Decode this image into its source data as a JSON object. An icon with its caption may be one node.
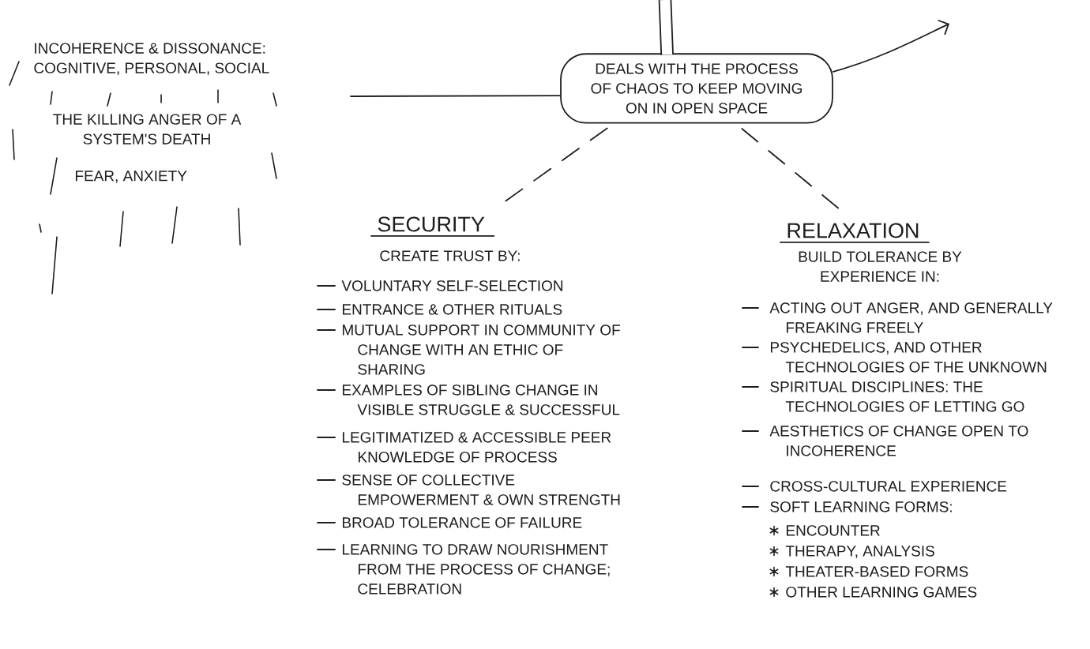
{
  "diagram": {
    "nodes": [
      {
        "text": [
          "DEALS WITH THE PROCESS OF CHAOS TO KEEP MOVING ON IN OPEN SPACE"
        ]
      },
      {
        "text": [
          "SECURITY",
          "CREATE TRUST BY:",
          "VOLUNTARY SELF-SELECTION",
          "ENTRANCE & OTHER RITUALS",
          "MUTUAL SUPPORT IN COMMUNITY OF CHANGE WITH AN ETHIC OF SHARING",
          "EXAMPLES OF SIBLING CHANGE IN VISIBLE STRUGGLE & SUCCESSFUL",
          "LEGITIMATIZED & ACCESSIBLE PEER KNOWLEDGE OF PROCESS",
          "SENSE OF COLLECTIVE EMPOWERMENT & OWN STRENGTH",
          "BROAD TOLERANCE OF FAILURE",
          "LEARNING TO DRAW NOURISHMENT FROM THE PROCESS OF CHANGE; CELEBRATION"
        ]
      },
      {
        "text": [
          "RELAXATION",
          "BUILD TOLERANCE BY EXPERIENCE IN:",
          "ACTING OUT ANGER, AND GENERALLY FREAKING FREELY",
          "PSYCHEDELICS, AND OTHER TECHNOLOGIES OF THE UNKNOWN",
          "SPIRITUAL DISCIPLINES: THE TECHNOLOGIES OF LETTING GO",
          "AESTHETICS OF CHANGE OPEN TO INCOHERENCE",
          "CROSS-CULTURAL EXPERIENCE",
          "SOFT LEARNING FORMS:",
          "ENCOUNTER",
          "THERAPY, ANALYSIS",
          "THEATER-BASED FORMS",
          "OTHER LEARNING GAMES"
        ]
      }
    ],
    "edges": [
      {
        "from": 0,
        "to": null,
        "arrow": "none",
        "style": "thick"
      },
      {
        "from": 0,
        "to": null,
        "arrow": "none"
      },
      {
        "from": 0,
        "to": null,
        "arrow": "to"
      },
      {
        "from": 0,
        "to": 1,
        "arrow": "none",
        "style": "dashed"
      },
      {
        "from": 0,
        "to": 2,
        "arrow": "none",
        "style": "dashed"
      }
    ],
    "labels": [
      "INCOHERENCE & DISSONANCE: COGNITIVE, PERSONAL, SOCIAL",
      "THE KILLING ANGER OF A SYSTEM'S DEATH",
      "FEAR, ANXIETY"
    ]
  }
}
